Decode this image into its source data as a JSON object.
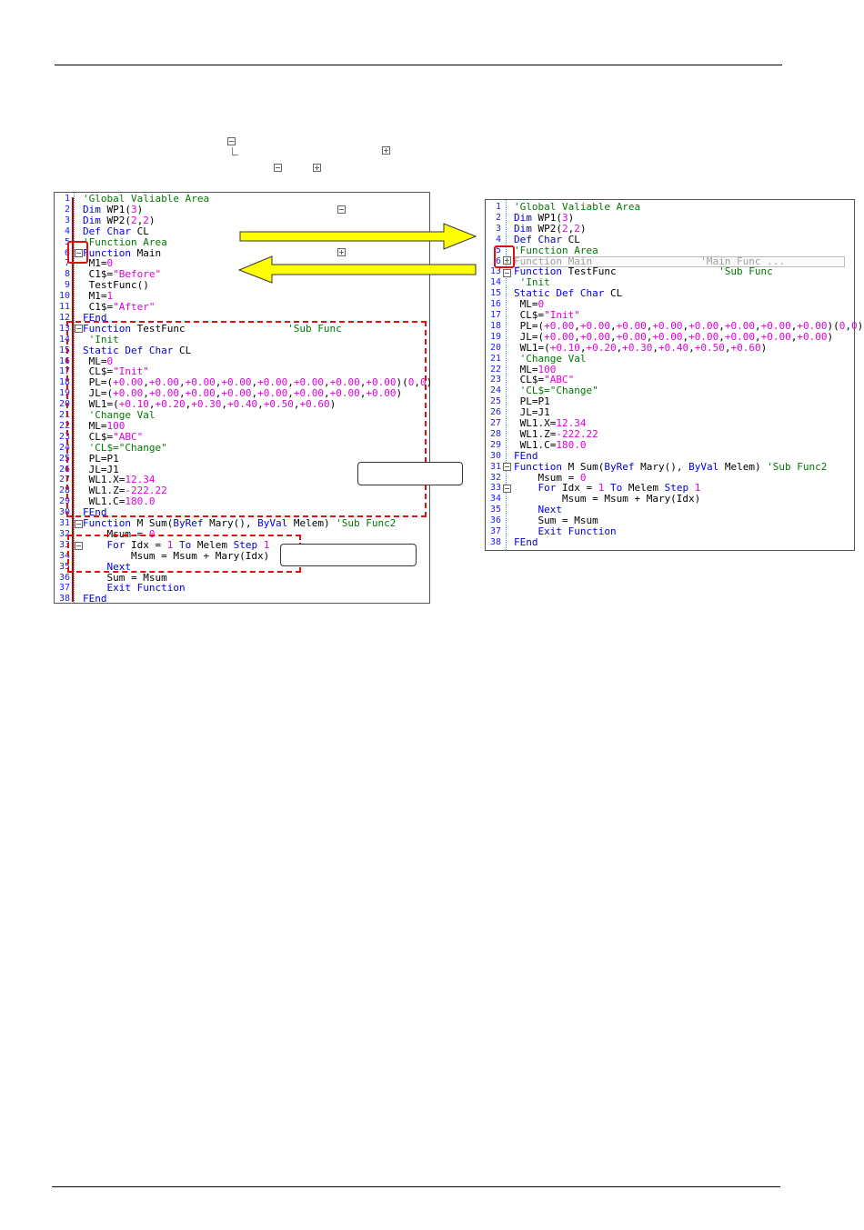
{
  "colors": {
    "comment": "#007800",
    "keyword": "#0000e0",
    "literal": "#e000e0",
    "plain": "#000000",
    "collapsed_preview": "#a0a0a0",
    "line_number": "#1a1aff",
    "highlight_red": "#e01010",
    "arrow_fill": "#ffff00"
  },
  "icons": {
    "collapse": "minus-box-icon",
    "expand": "plus-box-icon"
  },
  "left_editor": {
    "lines": [
      [
        [
          "'Global Valiable Area",
          "g"
        ]
      ],
      [
        [
          "Dim",
          "b"
        ],
        [
          " WP1(",
          "k"
        ],
        [
          "3",
          "m"
        ],
        [
          ")",
          "k"
        ]
      ],
      [
        [
          "Dim",
          "b"
        ],
        [
          " WP2(",
          "k"
        ],
        [
          "2",
          "m"
        ],
        [
          ",",
          "k"
        ],
        [
          "2",
          "m"
        ],
        [
          ")",
          "k"
        ]
      ],
      [
        [
          "Def Char",
          "b"
        ],
        [
          " CL",
          "k"
        ]
      ],
      [
        [
          "'Function Area",
          "g"
        ]
      ],
      [
        [
          "Function",
          "b"
        ],
        [
          " Main",
          "k"
        ]
      ],
      [
        [
          " M1=",
          "k"
        ],
        [
          "0",
          "m"
        ]
      ],
      [
        [
          " C1$=",
          "k"
        ],
        [
          "\"Before\"",
          "m"
        ]
      ],
      [
        [
          " TestFunc()",
          "k"
        ]
      ],
      [
        [
          " M1=",
          "k"
        ],
        [
          "1",
          "m"
        ]
      ],
      [
        [
          " C1$=",
          "k"
        ],
        [
          "\"After\"",
          "m"
        ]
      ],
      [
        [
          "FEnd",
          "b"
        ]
      ],
      [
        [
          "Function",
          "b"
        ],
        [
          " TestFunc                 ",
          "k"
        ],
        [
          "'Sub Func",
          "g"
        ]
      ],
      [
        [
          " 'Init",
          "g"
        ]
      ],
      [
        [
          "Static Def Char",
          "b"
        ],
        [
          " CL",
          "k"
        ]
      ],
      [
        [
          " ML=",
          "k"
        ],
        [
          "0",
          "m"
        ]
      ],
      [
        [
          " CL$=",
          "k"
        ],
        [
          "\"Init\"",
          "m"
        ]
      ],
      [
        [
          " PL=(",
          "k"
        ],
        [
          "+0.00",
          "m"
        ],
        [
          ",",
          "k"
        ],
        [
          "+0.00",
          "m"
        ],
        [
          ",",
          "k"
        ],
        [
          "+0.00",
          "m"
        ],
        [
          ",",
          "k"
        ],
        [
          "+0.00",
          "m"
        ],
        [
          ",",
          "k"
        ],
        [
          "+0.00",
          "m"
        ],
        [
          ",",
          "k"
        ],
        [
          "+0.00",
          "m"
        ],
        [
          ",",
          "k"
        ],
        [
          "+0.00",
          "m"
        ],
        [
          ",",
          "k"
        ],
        [
          "+0.00",
          "m"
        ],
        [
          ")(",
          "k"
        ],
        [
          "0",
          "m"
        ],
        [
          ",",
          "k"
        ],
        [
          "0",
          "m"
        ],
        [
          ")",
          "k"
        ]
      ],
      [
        [
          " JL=(",
          "k"
        ],
        [
          "+0.00",
          "m"
        ],
        [
          ",",
          "k"
        ],
        [
          "+0.00",
          "m"
        ],
        [
          ",",
          "k"
        ],
        [
          "+0.00",
          "m"
        ],
        [
          ",",
          "k"
        ],
        [
          "+0.00",
          "m"
        ],
        [
          ",",
          "k"
        ],
        [
          "+0.00",
          "m"
        ],
        [
          ",",
          "k"
        ],
        [
          "+0.00",
          "m"
        ],
        [
          ",",
          "k"
        ],
        [
          "+0.00",
          "m"
        ],
        [
          ",",
          "k"
        ],
        [
          "+0.00",
          "m"
        ],
        [
          ")",
          "k"
        ]
      ],
      [
        [
          " WL1=(",
          "k"
        ],
        [
          "+0.10",
          "m"
        ],
        [
          ",",
          "k"
        ],
        [
          "+0.20",
          "m"
        ],
        [
          ",",
          "k"
        ],
        [
          "+0.30",
          "m"
        ],
        [
          ",",
          "k"
        ],
        [
          "+0.40",
          "m"
        ],
        [
          ",",
          "k"
        ],
        [
          "+0.50",
          "m"
        ],
        [
          ",",
          "k"
        ],
        [
          "+0.60",
          "m"
        ],
        [
          ")",
          "k"
        ]
      ],
      [
        [
          " 'Change Val",
          "g"
        ]
      ],
      [
        [
          " ML=",
          "k"
        ],
        [
          "100",
          "m"
        ]
      ],
      [
        [
          " CL$=",
          "k"
        ],
        [
          "\"ABC\"",
          "m"
        ]
      ],
      [
        [
          " 'CL$=\"Change\"",
          "g"
        ]
      ],
      [
        [
          " PL=P1",
          "k"
        ]
      ],
      [
        [
          " JL=J1",
          "k"
        ]
      ],
      [
        [
          " WL1.X=",
          "k"
        ],
        [
          "12.34",
          "m"
        ]
      ],
      [
        [
          " WL1.Z=",
          "k"
        ],
        [
          "-222.22",
          "m"
        ]
      ],
      [
        [
          " WL1.C=",
          "k"
        ],
        [
          "180.0",
          "m"
        ]
      ],
      [
        [
          "FEnd",
          "b"
        ]
      ],
      [
        [
          "Function",
          "b"
        ],
        [
          " M Sum(",
          "k"
        ],
        [
          "ByRef",
          "b"
        ],
        [
          " Mary(), ",
          "k"
        ],
        [
          "ByVal",
          "b"
        ],
        [
          " Melem) ",
          "k"
        ],
        [
          "'Sub Func2",
          "g"
        ]
      ],
      [
        [
          "    Msum = ",
          "k"
        ],
        [
          "0",
          "m"
        ]
      ],
      [
        [
          "    ",
          "k"
        ],
        [
          "For",
          "b"
        ],
        [
          " Idx = ",
          "k"
        ],
        [
          "1",
          "m"
        ],
        [
          " To",
          "b"
        ],
        [
          " Melem ",
          "k"
        ],
        [
          "Step",
          "b"
        ],
        [
          " ",
          "k"
        ],
        [
          "1",
          "m"
        ]
      ],
      [
        [
          "        Msum = Msum + Mary(Idx)",
          "k"
        ]
      ],
      [
        [
          "    ",
          "k"
        ],
        [
          "Next",
          "b"
        ]
      ],
      [
        [
          "    Sum = Msum",
          "k"
        ]
      ],
      [
        [
          "    ",
          "k"
        ],
        [
          "Exit Function",
          "b"
        ]
      ],
      [
        [
          "FEnd",
          "b"
        ]
      ]
    ]
  },
  "right_editor": {
    "lines": [
      {
        "n": "1",
        "t": [
          [
            "'Global Valiable Area",
            "g"
          ]
        ]
      },
      {
        "n": "2",
        "t": [
          [
            "Dim",
            "b"
          ],
          [
            " WP1(",
            "k"
          ],
          [
            "3",
            "m"
          ],
          [
            ")",
            "k"
          ]
        ]
      },
      {
        "n": "3",
        "t": [
          [
            "Dim",
            "b"
          ],
          [
            " WP2(",
            "k"
          ],
          [
            "2",
            "m"
          ],
          [
            ",",
            "k"
          ],
          [
            "2",
            "m"
          ],
          [
            ")",
            "k"
          ]
        ]
      },
      {
        "n": "4",
        "t": [
          [
            "Def Char",
            "b"
          ],
          [
            " CL",
            "k"
          ]
        ]
      },
      {
        "n": "5",
        "t": [
          [
            "'Function Area",
            "g"
          ]
        ]
      },
      {
        "n": "6",
        "t": [
          [
            "Function Main                  'Main Func ...",
            "s"
          ]
        ]
      },
      {
        "n": "13",
        "t": [
          [
            "Function",
            "b"
          ],
          [
            " TestFunc                 ",
            "k"
          ],
          [
            "'Sub Func",
            "g"
          ]
        ]
      },
      {
        "n": "14",
        "t": [
          [
            " 'Init",
            "g"
          ]
        ]
      },
      {
        "n": "15",
        "t": [
          [
            "Static Def Char",
            "b"
          ],
          [
            " CL",
            "k"
          ]
        ]
      },
      {
        "n": "16",
        "t": [
          [
            " ML=",
            "k"
          ],
          [
            "0",
            "m"
          ]
        ]
      },
      {
        "n": "17",
        "t": [
          [
            " CL$=",
            "k"
          ],
          [
            "\"Init\"",
            "m"
          ]
        ]
      },
      {
        "n": "18",
        "t": [
          [
            " PL=(",
            "k"
          ],
          [
            "+0.00",
            "m"
          ],
          [
            ",",
            "k"
          ],
          [
            "+0.00",
            "m"
          ],
          [
            ",",
            "k"
          ],
          [
            "+0.00",
            "m"
          ],
          [
            ",",
            "k"
          ],
          [
            "+0.00",
            "m"
          ],
          [
            ",",
            "k"
          ],
          [
            "+0.00",
            "m"
          ],
          [
            ",",
            "k"
          ],
          [
            "+0.00",
            "m"
          ],
          [
            ",",
            "k"
          ],
          [
            "+0.00",
            "m"
          ],
          [
            ",",
            "k"
          ],
          [
            "+0.00",
            "m"
          ],
          [
            ")(",
            "k"
          ],
          [
            "0",
            "m"
          ],
          [
            ",",
            "k"
          ],
          [
            "0",
            "m"
          ],
          [
            ")",
            "k"
          ]
        ]
      },
      {
        "n": "19",
        "t": [
          [
            " JL=(",
            "k"
          ],
          [
            "+0.00",
            "m"
          ],
          [
            ",",
            "k"
          ],
          [
            "+0.00",
            "m"
          ],
          [
            ",",
            "k"
          ],
          [
            "+0.00",
            "m"
          ],
          [
            ",",
            "k"
          ],
          [
            "+0.00",
            "m"
          ],
          [
            ",",
            "k"
          ],
          [
            "+0.00",
            "m"
          ],
          [
            ",",
            "k"
          ],
          [
            "+0.00",
            "m"
          ],
          [
            ",",
            "k"
          ],
          [
            "+0.00",
            "m"
          ],
          [
            ",",
            "k"
          ],
          [
            "+0.00",
            "m"
          ],
          [
            ")",
            "k"
          ]
        ]
      },
      {
        "n": "20",
        "t": [
          [
            " WL1=(",
            "k"
          ],
          [
            "+0.10",
            "m"
          ],
          [
            ",",
            "k"
          ],
          [
            "+0.20",
            "m"
          ],
          [
            ",",
            "k"
          ],
          [
            "+0.30",
            "m"
          ],
          [
            ",",
            "k"
          ],
          [
            "+0.40",
            "m"
          ],
          [
            ",",
            "k"
          ],
          [
            "+0.50",
            "m"
          ],
          [
            ",",
            "k"
          ],
          [
            "+0.60",
            "m"
          ],
          [
            ")",
            "k"
          ]
        ]
      },
      {
        "n": "21",
        "t": [
          [
            " 'Change Val",
            "g"
          ]
        ]
      },
      {
        "n": "22",
        "t": [
          [
            " ML=",
            "k"
          ],
          [
            "100",
            "m"
          ]
        ]
      },
      {
        "n": "23",
        "t": [
          [
            " CL$=",
            "k"
          ],
          [
            "\"ABC\"",
            "m"
          ]
        ]
      },
      {
        "n": "24",
        "t": [
          [
            " 'CL$=\"Change\"",
            "g"
          ]
        ]
      },
      {
        "n": "25",
        "t": [
          [
            " PL=P1",
            "k"
          ]
        ]
      },
      {
        "n": "26",
        "t": [
          [
            " JL=J1",
            "k"
          ]
        ]
      },
      {
        "n": "27",
        "t": [
          [
            " WL1.X=",
            "k"
          ],
          [
            "12.34",
            "m"
          ]
        ]
      },
      {
        "n": "28",
        "t": [
          [
            " WL1.Z=",
            "k"
          ],
          [
            "-222.22",
            "m"
          ]
        ]
      },
      {
        "n": "29",
        "t": [
          [
            " WL1.C=",
            "k"
          ],
          [
            "180.0",
            "m"
          ]
        ]
      },
      {
        "n": "30",
        "t": [
          [
            "FEnd",
            "b"
          ]
        ]
      },
      {
        "n": "31",
        "t": [
          [
            "Function",
            "b"
          ],
          [
            " M Sum(",
            "k"
          ],
          [
            "ByRef",
            "b"
          ],
          [
            " Mary(), ",
            "k"
          ],
          [
            "ByVal",
            "b"
          ],
          [
            " Melem) ",
            "k"
          ],
          [
            "'Sub Func2",
            "g"
          ]
        ]
      },
      {
        "n": "32",
        "t": [
          [
            "    Msum = ",
            "k"
          ],
          [
            "0",
            "m"
          ]
        ]
      },
      {
        "n": "33",
        "t": [
          [
            "    ",
            "k"
          ],
          [
            "For",
            "b"
          ],
          [
            " Idx = ",
            "k"
          ],
          [
            "1",
            "m"
          ],
          [
            " To",
            "b"
          ],
          [
            " Melem ",
            "k"
          ],
          [
            "Step",
            "b"
          ],
          [
            " ",
            "k"
          ],
          [
            "1",
            "m"
          ]
        ]
      },
      {
        "n": "34",
        "t": [
          [
            "        Msum = Msum + Mary(Idx)",
            "k"
          ]
        ]
      },
      {
        "n": "35",
        "t": [
          [
            "    ",
            "k"
          ],
          [
            "Next",
            "b"
          ]
        ]
      },
      {
        "n": "36",
        "t": [
          [
            "    Sum = Msum",
            "k"
          ]
        ]
      },
      {
        "n": "37",
        "t": [
          [
            "    ",
            "k"
          ],
          [
            "Exit Function",
            "b"
          ]
        ]
      },
      {
        "n": "38",
        "t": [
          [
            "FEnd",
            "b"
          ]
        ]
      }
    ]
  }
}
